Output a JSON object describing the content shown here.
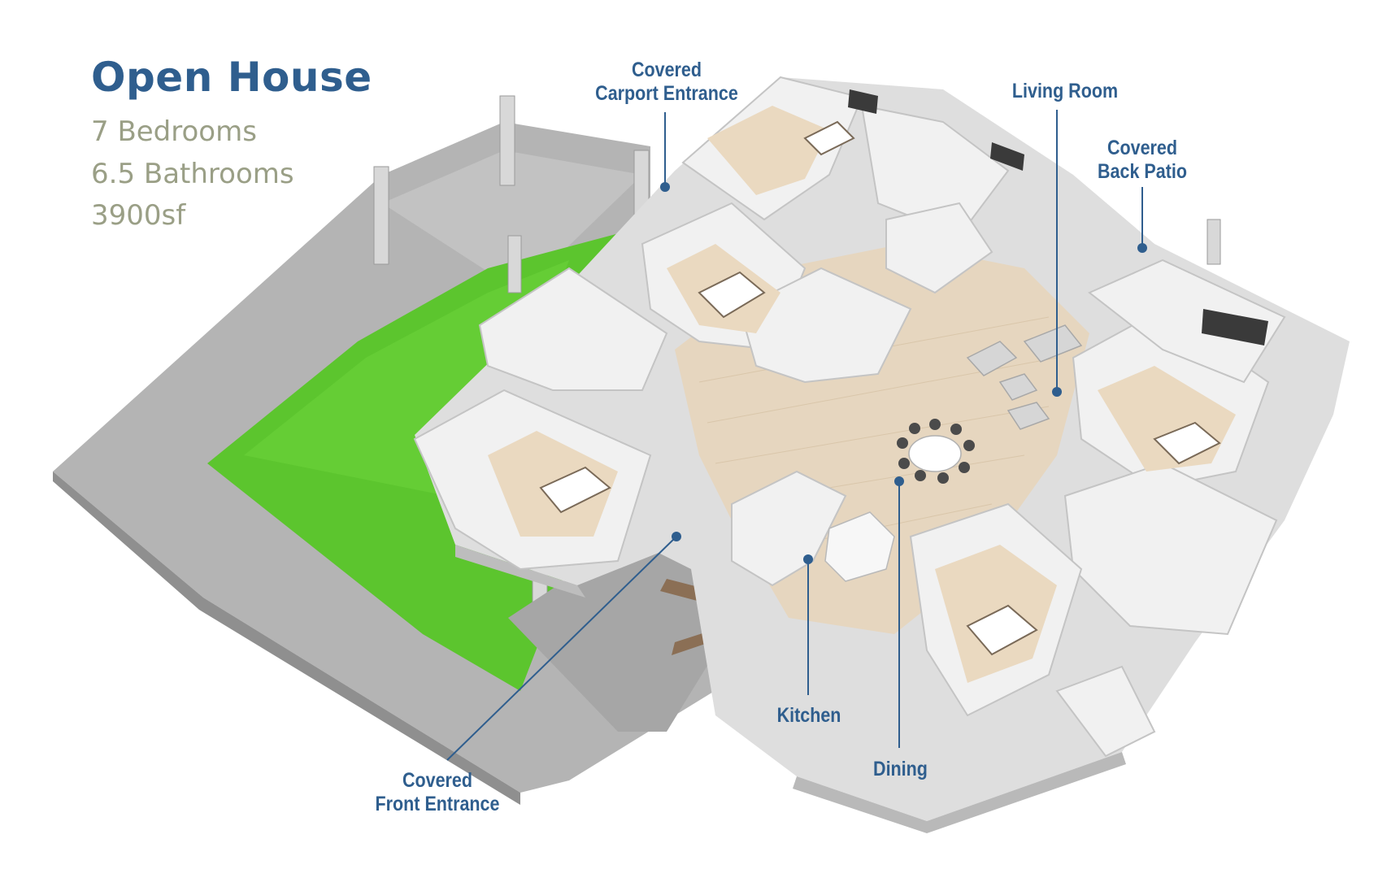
{
  "header": {
    "title": "Open House",
    "stats": [
      "7 Bedrooms",
      "6.5 Bathrooms",
      "3900sf"
    ]
  },
  "callouts": {
    "carport": [
      "Covered",
      "Carport Entrance"
    ],
    "living": [
      "Living Room"
    ],
    "back_patio": [
      "Covered",
      "Back Patio"
    ],
    "front": [
      "Covered",
      "Front Entrance"
    ],
    "kitchen": [
      "Kitchen"
    ],
    "dining": [
      "Dining"
    ]
  },
  "colors": {
    "accent": "#2f5e8e",
    "subtext": "#9a9f86",
    "lawn": "#5cc52e",
    "paving": "#b4b4b4",
    "floor": "#e6d6bf",
    "wall": "#f0f0f0"
  }
}
